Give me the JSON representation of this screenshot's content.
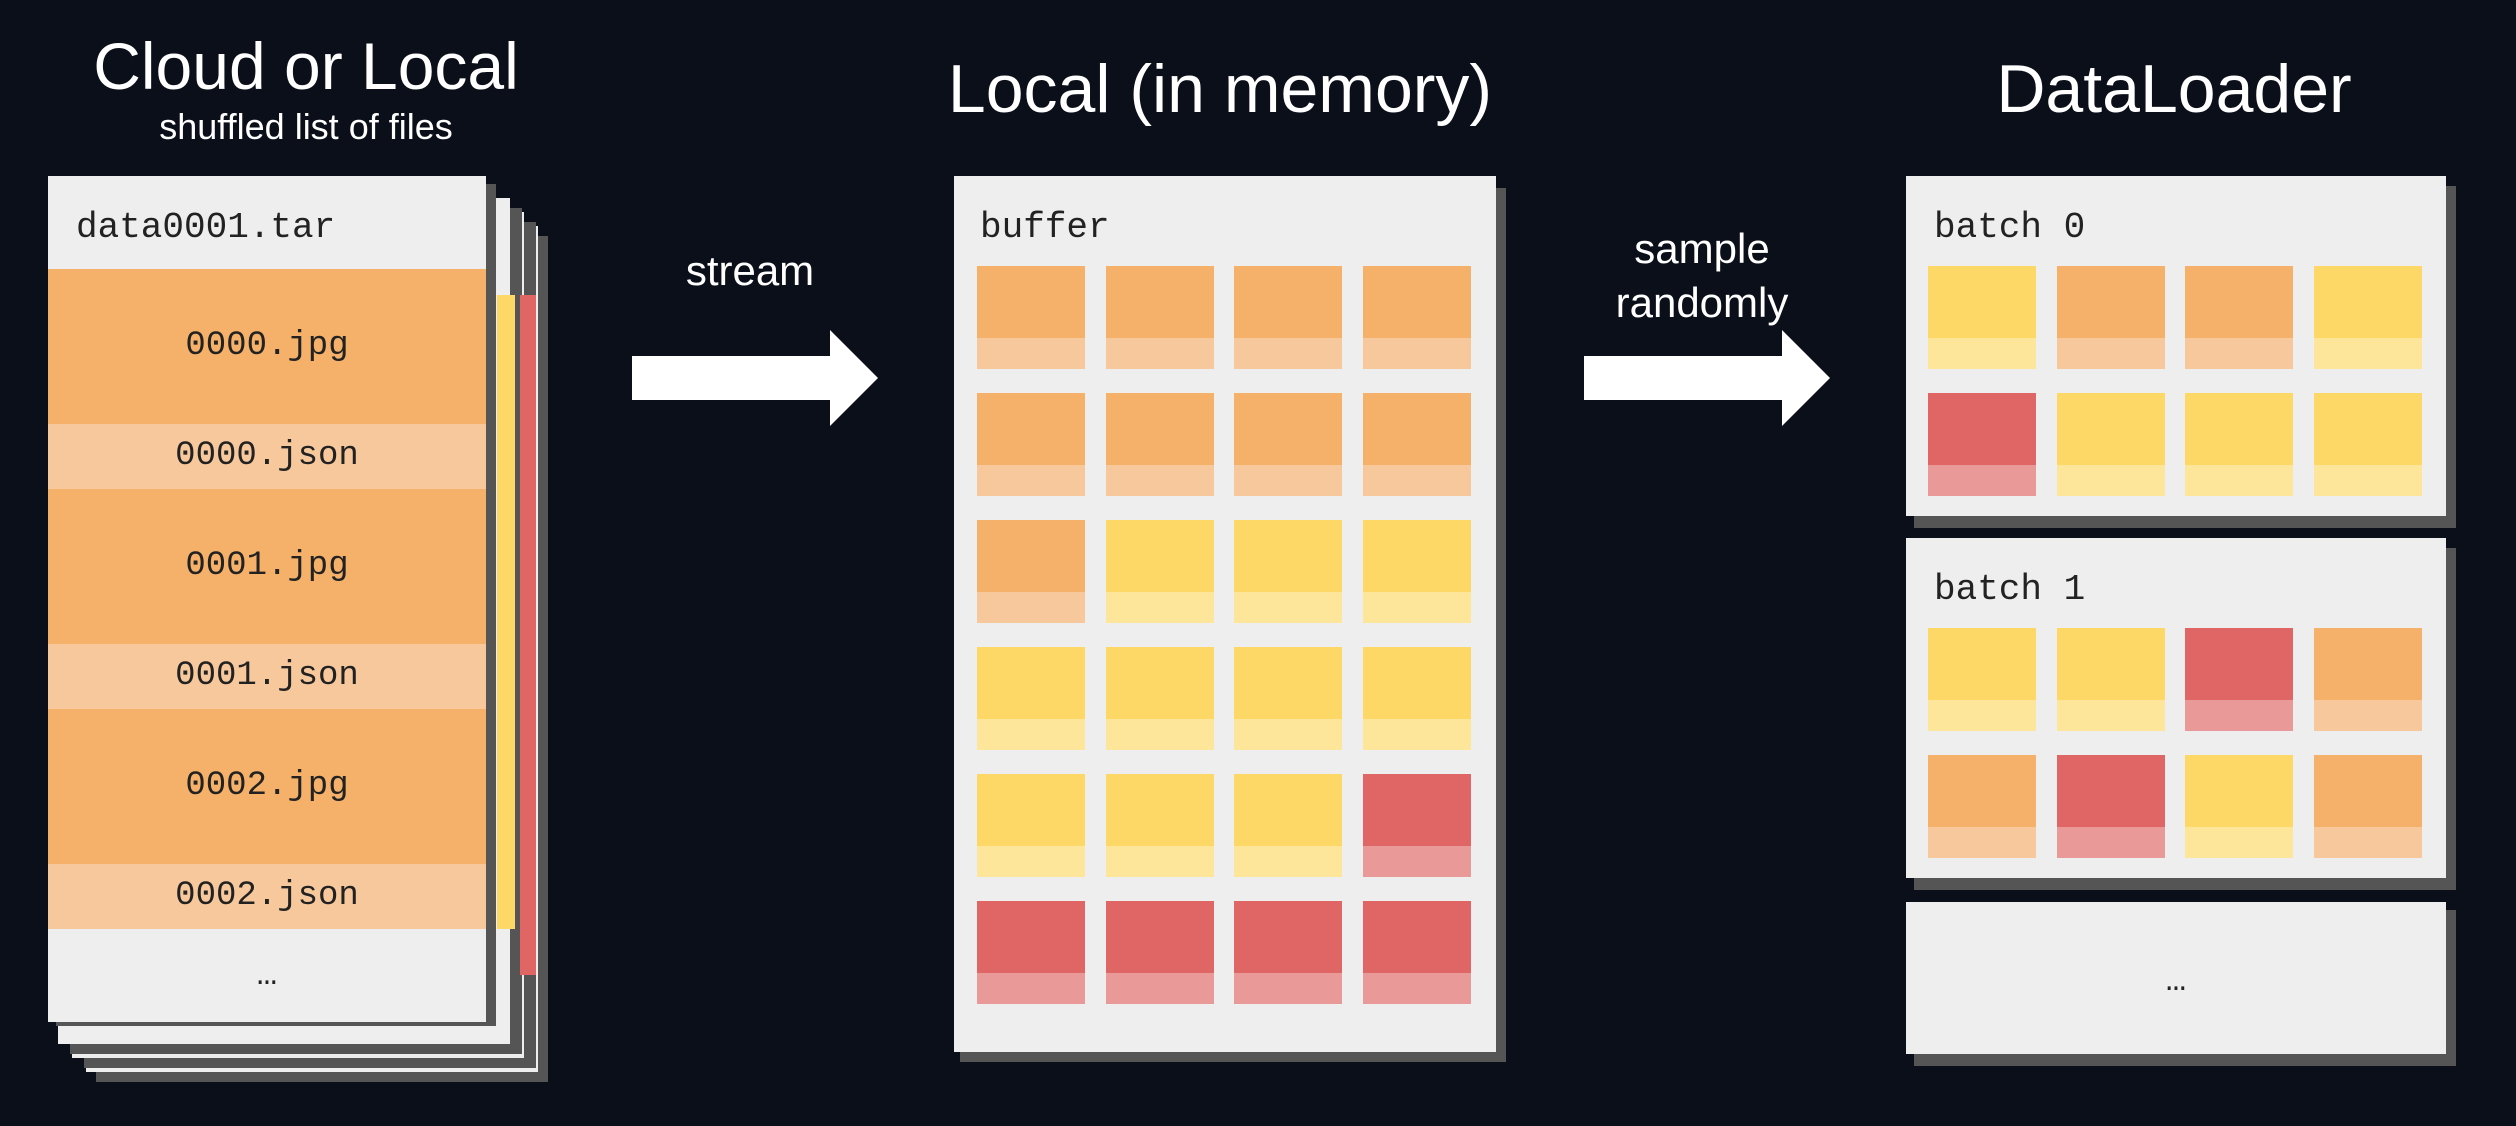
{
  "colors": {
    "background": "#0b0f19",
    "panel": "#eeeeee",
    "shadow": "#555555",
    "orange": "#f5b06a",
    "orange_light": "#f8c89d",
    "yellow": "#fdd866",
    "yellow_light": "#fde59a",
    "red": "#e06666",
    "red_light": "#ea9999"
  },
  "cloud": {
    "title": "Cloud or Local",
    "subtitle": "shuffled list of files",
    "tar_name": "data0001.tar",
    "files": [
      {
        "name": "0000.jpg",
        "kind": "jpg"
      },
      {
        "name": "0000.json",
        "kind": "json"
      },
      {
        "name": "0001.jpg",
        "kind": "jpg"
      },
      {
        "name": "0001.json",
        "kind": "json"
      },
      {
        "name": "0002.jpg",
        "kind": "jpg"
      },
      {
        "name": "0002.json",
        "kind": "json"
      }
    ],
    "more": "…"
  },
  "arrow_stream": {
    "label": "stream"
  },
  "local": {
    "title": "Local (in memory)",
    "buffer_label": "buffer",
    "grid": [
      [
        "orange",
        "orange",
        "orange",
        "orange"
      ],
      [
        "orange",
        "orange",
        "orange",
        "orange"
      ],
      [
        "orange",
        "yellow",
        "yellow",
        "yellow"
      ],
      [
        "yellow",
        "yellow",
        "yellow",
        "yellow"
      ],
      [
        "yellow",
        "yellow",
        "yellow",
        "red"
      ],
      [
        "red",
        "red",
        "red",
        "red"
      ]
    ]
  },
  "arrow_sample": {
    "label_line1": "sample",
    "label_line2": "randomly"
  },
  "dataloader": {
    "title": "DataLoader",
    "batches": [
      {
        "label": "batch 0",
        "grid": [
          [
            "yellow",
            "orange",
            "orange",
            "yellow"
          ],
          [
            "red",
            "yellow",
            "yellow",
            "yellow"
          ]
        ]
      },
      {
        "label": "batch 1",
        "grid": [
          [
            "yellow",
            "yellow",
            "red",
            "orange"
          ],
          [
            "orange",
            "red",
            "yellow",
            "orange"
          ]
        ]
      }
    ],
    "more": "…"
  }
}
